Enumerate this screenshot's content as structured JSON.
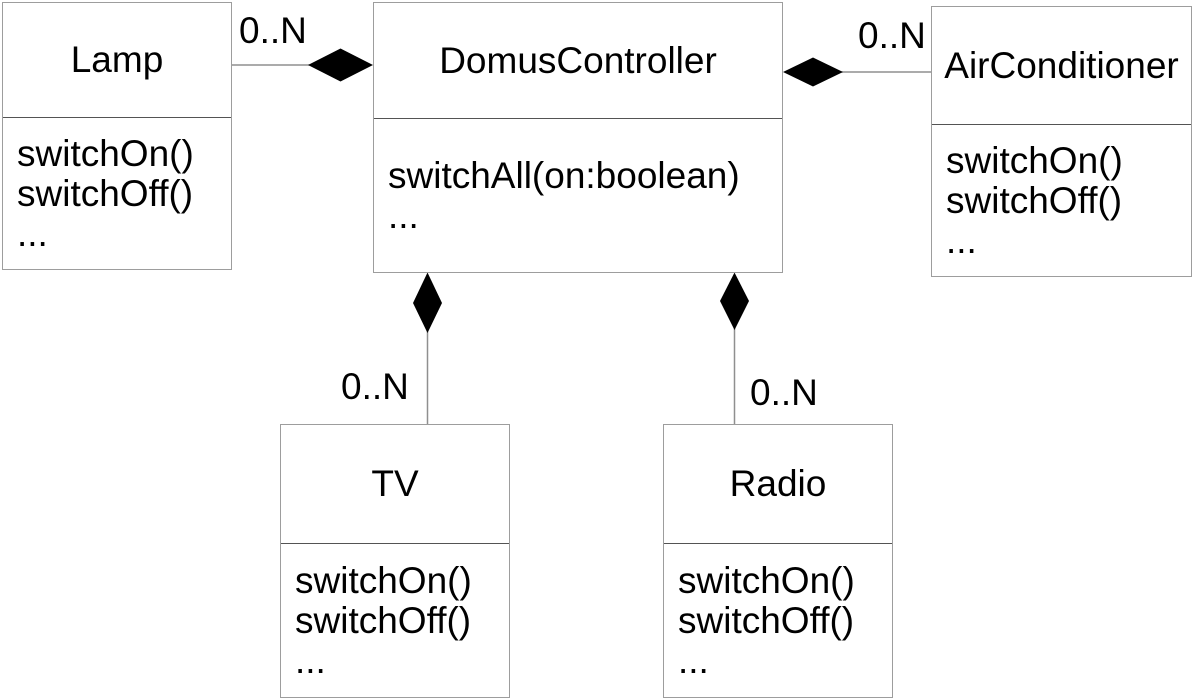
{
  "classes": {
    "lamp": {
      "name": "Lamp",
      "methods": [
        "switchOn()",
        "switchOff()",
        "..."
      ]
    },
    "domusController": {
      "name": "DomusController",
      "methods": [
        "switchAll(on:boolean)",
        "..."
      ]
    },
    "airConditioner": {
      "name": "AirConditioner",
      "methods": [
        "switchOn()",
        "switchOff()",
        "..."
      ]
    },
    "tv": {
      "name": "TV",
      "methods": [
        "switchOn()",
        "switchOff()",
        "..."
      ]
    },
    "radio": {
      "name": "Radio",
      "methods": [
        "switchOn()",
        "switchOff()",
        "..."
      ]
    }
  },
  "associations": [
    {
      "whole": "DomusController",
      "part": "Lamp",
      "diamond": "filled",
      "type": "composition",
      "multiplicity": "0..N"
    },
    {
      "whole": "DomusController",
      "part": "AirConditioner",
      "diamond": "filled",
      "type": "composition",
      "multiplicity": "0..N"
    },
    {
      "whole": "DomusController",
      "part": "TV",
      "diamond": "filled",
      "type": "composition",
      "multiplicity": "0..N"
    },
    {
      "whole": "DomusController",
      "part": "Radio",
      "diamond": "filled",
      "type": "composition",
      "multiplicity": "0..N"
    }
  ],
  "colors": {
    "background": "#ffffff",
    "box_border": "#9d9d9d",
    "compartment_divider": "#545454",
    "connector_line": "#8f8f8f",
    "diamond_fill": "#000000",
    "text": "#000000"
  }
}
